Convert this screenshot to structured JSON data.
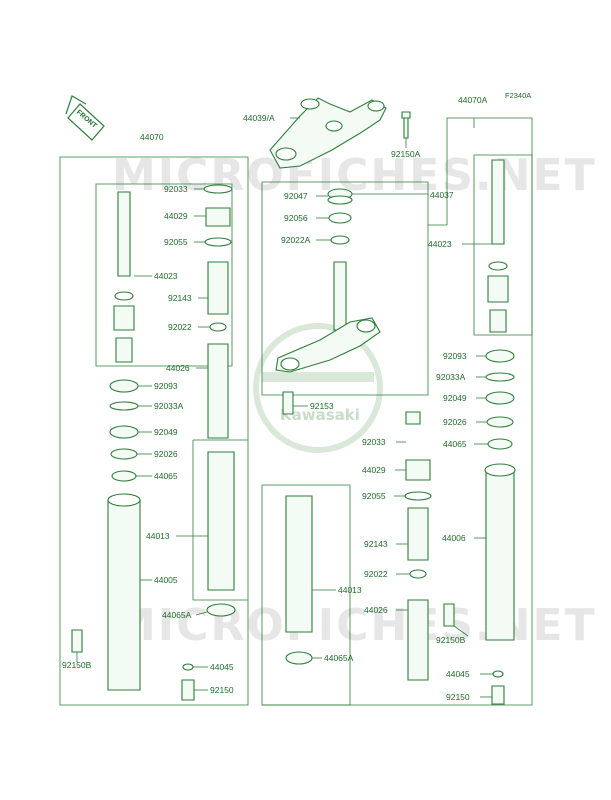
{
  "diagram": {
    "code": "F2340A",
    "front_label": "FRONT",
    "watermark": "MICROFICHES.NET",
    "logo_text": "Kawasaki",
    "labels": {
      "l44070": "44070",
      "l44070A": "44070A",
      "l44039A": "44039/A",
      "l92150A": "92150A",
      "l44037": "44037",
      "l92047": "92047",
      "l92056": "92056",
      "l92022A": "92022A",
      "l92153": "92153",
      "l92033_1": "92033",
      "l44029_1": "44029",
      "l92055_1": "92055",
      "l44023_1": "44023",
      "l92143_1": "92143",
      "l92022_1": "92022",
      "l44026_1": "44026",
      "l92093_1": "92093",
      "l92033A_1": "92033A",
      "l92049_1": "92049",
      "l92026_1": "92026",
      "l44065_1": "44065",
      "l44013_1": "44013",
      "l44005": "44005",
      "l44065A_1": "44065A",
      "l44045_1": "44045",
      "l92150_1": "92150",
      "l92150B_1": "92150B",
      "l44023_2": "44023",
      "l92093_2": "92093",
      "l92033A_2": "92033A",
      "l92049_2": "92049",
      "l92026_2": "92026",
      "l44065_2": "44065",
      "l92033_2": "92033",
      "l44029_2": "44029",
      "l92055_2": "92055",
      "l92143_2": "92143",
      "l92022_2": "92022",
      "l44013_2": "44013",
      "l44026_2": "44026",
      "l44065A_2": "44065A",
      "l44006": "44006",
      "l92150B_2": "92150B",
      "l44045_2": "44045",
      "l92150_2": "92150"
    }
  }
}
